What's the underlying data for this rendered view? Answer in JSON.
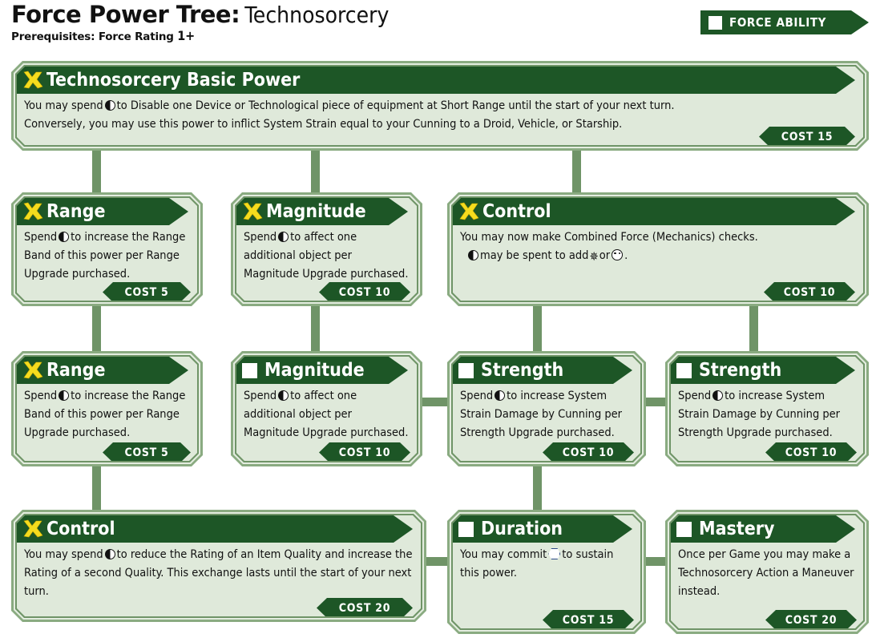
{
  "header": {
    "title_main": "Force Power Tree:",
    "title_sub": "Technosorcery",
    "prereq_label": "Prerequisites: Force Rating",
    "prereq_value": "1+"
  },
  "legend": {
    "label": "FORCE ABILITY",
    "icon": "white-square-icon"
  },
  "colors": {
    "dark_green": "#1d5626",
    "node_bg": "#e4ede0",
    "border_green": "#6f9467",
    "yellow": "#f5dc1e"
  },
  "nodes": {
    "basic": {
      "title": "Technosorcery Basic Power",
      "icon": "yellow-x-icon",
      "line1_a": "You may spend",
      "line1_b": "to Disable one Device or Technological piece of equipment at Short Range until the start of your next turn.",
      "line2": "Conversely, you may use this power to inflict System Strain equal to your Cunning to a Droid, Vehicle, or Starship.",
      "cost": "COST 15"
    },
    "range_r2": {
      "title": "Range",
      "icon": "yellow-x-icon",
      "text_a": "Spend",
      "text_b": "to increase the Range Band of this power per Range Upgrade purchased.",
      "cost": "COST 5"
    },
    "magnitude_r2": {
      "title": "Magnitude",
      "icon": "yellow-x-icon",
      "text_a": "Spend",
      "text_b": "to affect one additional object per Magnitude Upgrade purchased.",
      "cost": "COST 10"
    },
    "control_r2": {
      "title": "Control",
      "icon": "yellow-x-icon",
      "line1": "You may now make Combined Force (Mechanics) checks.",
      "line2_a": "may be spent to add",
      "line2_b": "or",
      "line2_c": ".",
      "cost": "COST 10"
    },
    "range_r3": {
      "title": "Range",
      "icon": "yellow-x-icon",
      "text_a": "Spend",
      "text_b": "to increase the Range Band of this power per Range Upgrade purchased.",
      "cost": "COST 5"
    },
    "magnitude_r3": {
      "title": "Magnitude",
      "icon": "white-square-icon",
      "text_a": "Spend",
      "text_b": "to affect one additional object per Magnitude Upgrade purchased.",
      "cost": "COST 10"
    },
    "strength_r3a": {
      "title": "Strength",
      "icon": "white-square-icon",
      "text_a": "Spend",
      "text_b": "to increase System Strain Damage by Cunning per Strength Upgrade purchased.",
      "cost": "COST 10"
    },
    "strength_r3b": {
      "title": "Strength",
      "icon": "white-square-icon",
      "text_a": "Spend",
      "text_b": "to increase System Strain Damage by Cunning per Strength Upgrade purchased.",
      "cost": "COST 10"
    },
    "control_r4": {
      "title": "Control",
      "icon": "yellow-x-icon",
      "text_a": "You may spend",
      "text_b": "to reduce the Rating of an Item Quality and increase the Rating of a second Quality. This exchange lasts until the start of your next turn.",
      "cost": "COST 20"
    },
    "duration_r4": {
      "title": "Duration",
      "icon": "white-square-icon",
      "text_a": "You may commit",
      "text_b": "to sustain this power.",
      "cost": "COST 15"
    },
    "mastery_r4": {
      "title": "Mastery",
      "icon": "white-square-icon",
      "text": "Once per Game you may make a Technosorcery Action a Maneuver instead.",
      "cost": "COST 20"
    }
  }
}
